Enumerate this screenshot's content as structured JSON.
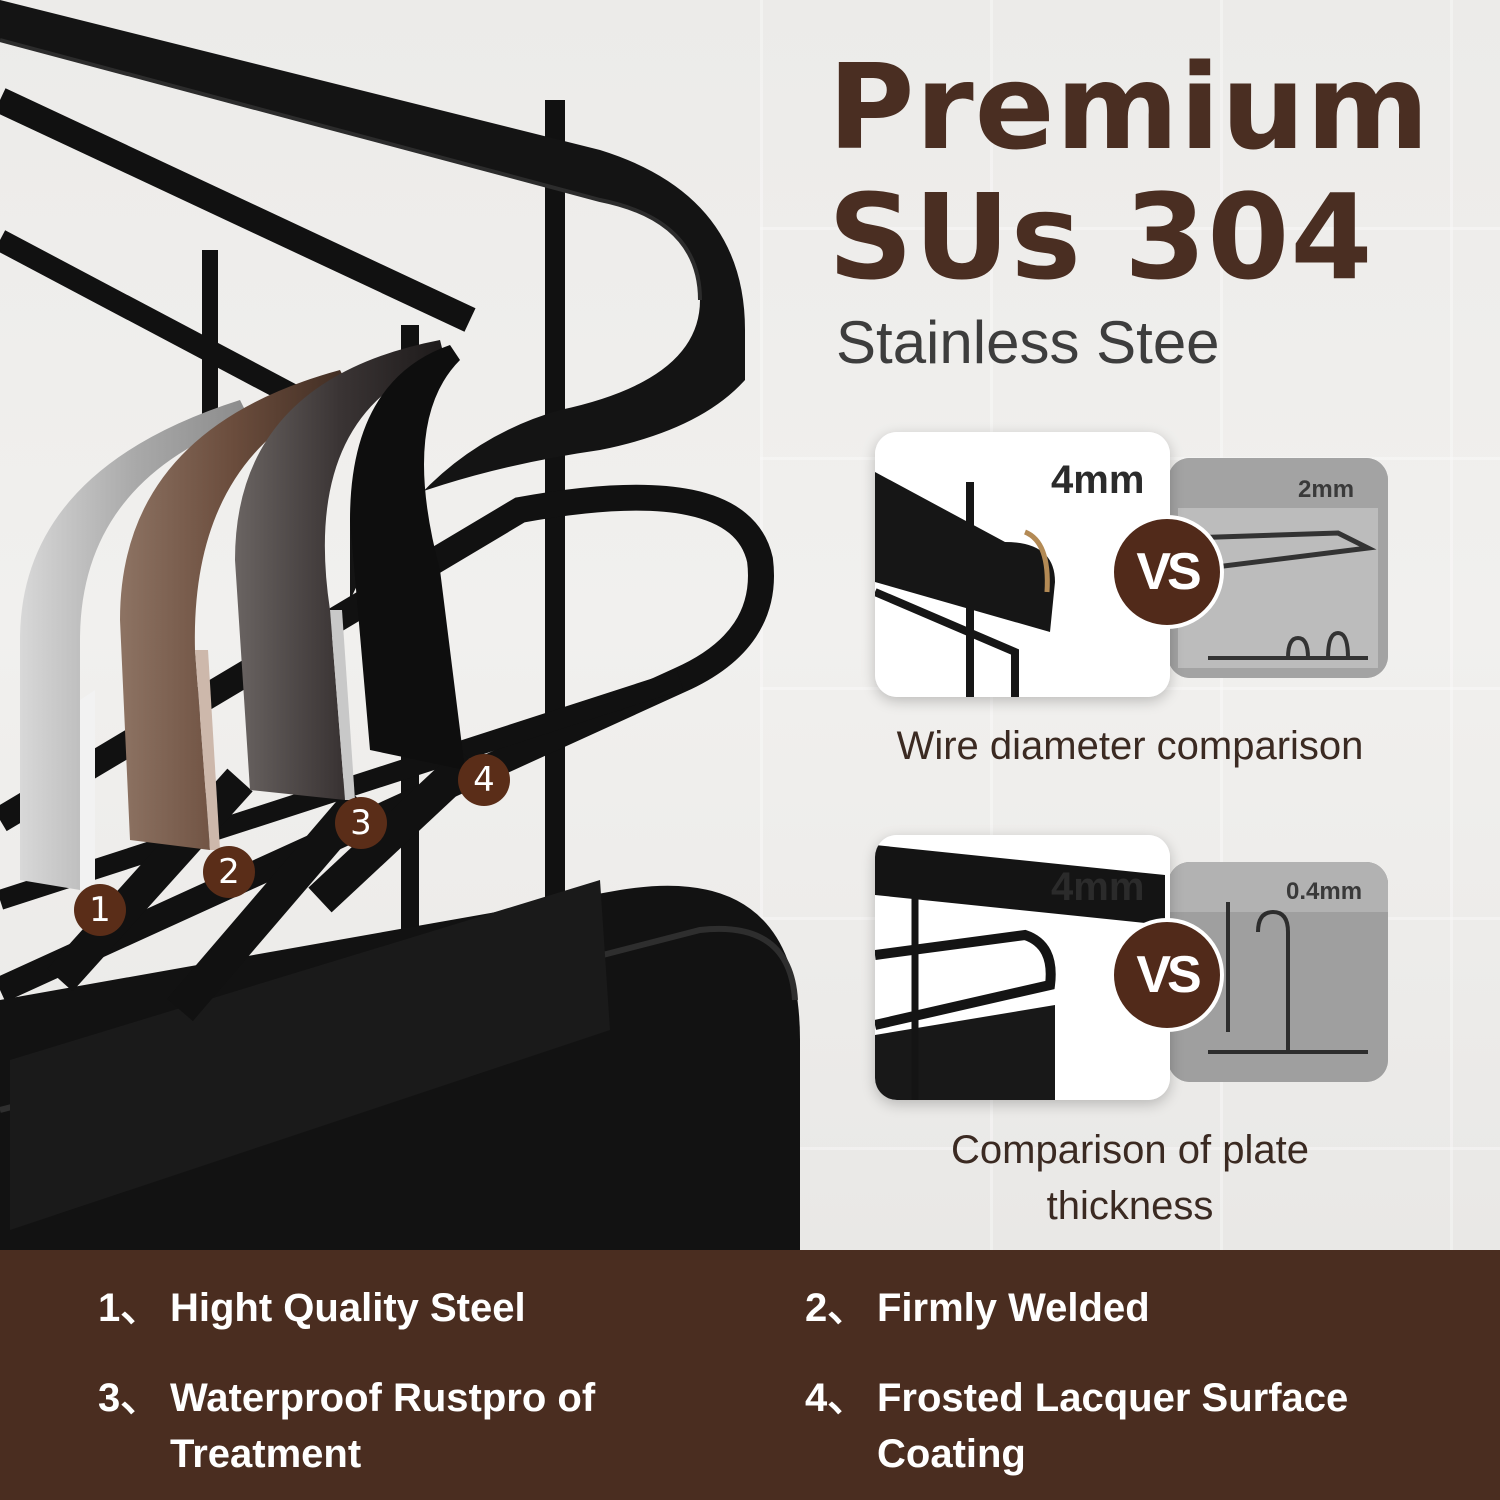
{
  "title": {
    "line1": "Premium",
    "line2": "SUs 304",
    "subtitle": "Stainless Stee"
  },
  "markers": [
    "1",
    "2",
    "3",
    "4"
  ],
  "comparisons": [
    {
      "main_label": "4mm",
      "vs_label": "VS",
      "compare_label": "2mm",
      "caption": "Wire diameter comparison"
    },
    {
      "main_label": "4mm",
      "vs_label": "VS",
      "compare_label": "0.4mm",
      "caption": "Comparison of plate thickness"
    }
  ],
  "features": [
    {
      "number": "1、",
      "text": "Hight Quality Steel"
    },
    {
      "number": "2、",
      "text": "Firmly Welded"
    },
    {
      "number": "3、",
      "text": "Waterproof Rustpro of Treatment"
    },
    {
      "number": "4、",
      "text": "Frosted Lacquer Surface Coating"
    }
  ],
  "colors": {
    "brand_brown": "#4a2d20",
    "marker_brown": "#5a2d18",
    "title_brown": "#4a2e22"
  }
}
